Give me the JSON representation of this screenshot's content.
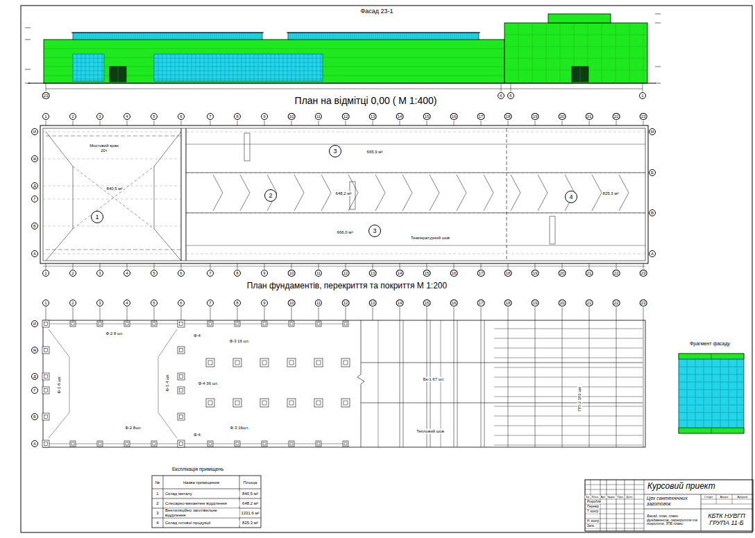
{
  "diagram": {
    "nodes": [
      {
        "text": [
          "1"
        ]
      },
      {
        "text": [
          "2"
        ]
      },
      {
        "text": [
          "3"
        ]
      },
      {
        "text": [
          "3"
        ]
      },
      {
        "text": [
          "4"
        ]
      }
    ],
    "labels": [
      "Фасад 23-1",
      "23",
      "6",
      "6",
      "1",
      "План на відмітці 0,00 ( М 1:400)",
      "1",
      "2",
      "3",
      "4",
      "5",
      "6",
      "7",
      "8",
      "9",
      "10",
      "11",
      "12",
      "13",
      "14",
      "15",
      "16",
      "17",
      "18",
      "19",
      "20",
      "21",
      "22",
      "23",
      "1",
      "2",
      "3",
      "4",
      "5",
      "6",
      "7",
      "8",
      "9",
      "10",
      "11",
      "12",
      "13",
      "14",
      "15",
      "16",
      "17",
      "18",
      "19",
      "20",
      "21",
      "22",
      "23",
      "И",
      "Ж",
      "Д",
      "Г",
      "Б",
      "А",
      "М",
      "Е",
      "В",
      "А",
      "Мостовий кран 20т",
      "840,5 м²",
      "665,9 м²",
      "648,2 м²",
      "666,0 м²",
      "825,3 м²",
      "Температурний шов",
      "План фундаментів, перекриття та покриття М 1:200",
      "1",
      "2",
      "3",
      "4",
      "5",
      "6",
      "7",
      "8",
      "9",
      "10",
      "11",
      "12",
      "13",
      "14",
      "15",
      "16",
      "17",
      "18",
      "19",
      "20",
      "21",
      "22",
      "23",
      "И",
      "Ж",
      "Д",
      "Г",
      "Б",
      "А",
      "Ф-2 8 шт.",
      "Ф-4",
      "Ф-3 16 шт.",
      "Ф-1 8 шт.",
      "Ф-1 4 шт.",
      "Ф-4 36 шт.",
      "Ф-2 8шт.",
      "Ф-4",
      "Ф-3 16шт.",
      "Бк-1 67 шт.",
      "ПП-2 103 шт.",
      "Тепловий шов",
      "Фрагмент фасаду",
      "Експлікація приміщень",
      "№",
      "Назва приміщення",
      "Площа",
      "1",
      "Склад металу",
      "840,5 м²",
      "2",
      "Слесарно-механічне відділення",
      "648,2 м²",
      "3",
      "Вентиляційно заготівельне відділення",
      "1331,6 м²",
      "4",
      "Склад готової продукції",
      "825,3 м²",
      "Курсовий приект",
      "Цех сантехнічних заготовок",
      "Фасад, план, плани фундаментів, перекриття та покриття, ЗПБ плани",
      "КБТК НУВГП ГРУПА 11-Б",
      "Стадія",
      "Аркуш",
      "Аркушів",
      "Зм.",
      "Кільк.",
      "Арк.",
      "№док.",
      "Підп.",
      "Дата",
      "Розробив",
      "Перевір.",
      "Т. контр",
      "Н. контр",
      "Затв."
    ]
  }
}
